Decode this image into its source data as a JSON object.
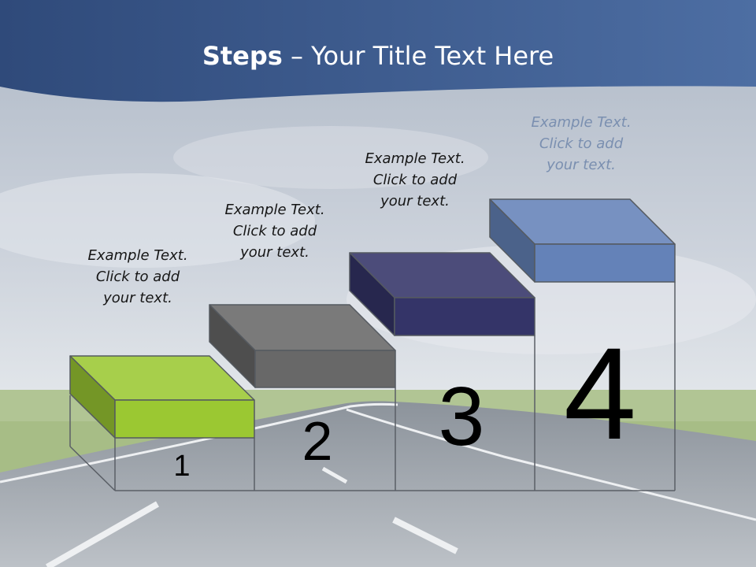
{
  "title": {
    "bold": "Steps",
    "rest": " – Your Title Text Here"
  },
  "steps": [
    {
      "number": "1",
      "text": [
        "Example Text.",
        "Click  to add",
        "your text."
      ],
      "color": "#9bc832"
    },
    {
      "number": "2",
      "text": [
        "Example Text.",
        "Click  to add",
        "your text."
      ],
      "color": "#686868"
    },
    {
      "number": "3",
      "text": [
        "Example Text.",
        "Click  to add",
        "your text."
      ],
      "color": "#343468"
    },
    {
      "number": "4",
      "text": [
        "Example Text.",
        "Click  to add",
        "your text."
      ],
      "color": "#6482b8"
    }
  ],
  "colors": {
    "header": "#3d5b8c",
    "sky": "#c5ccd6",
    "grass": "#94b06a",
    "road": "#757d87"
  }
}
